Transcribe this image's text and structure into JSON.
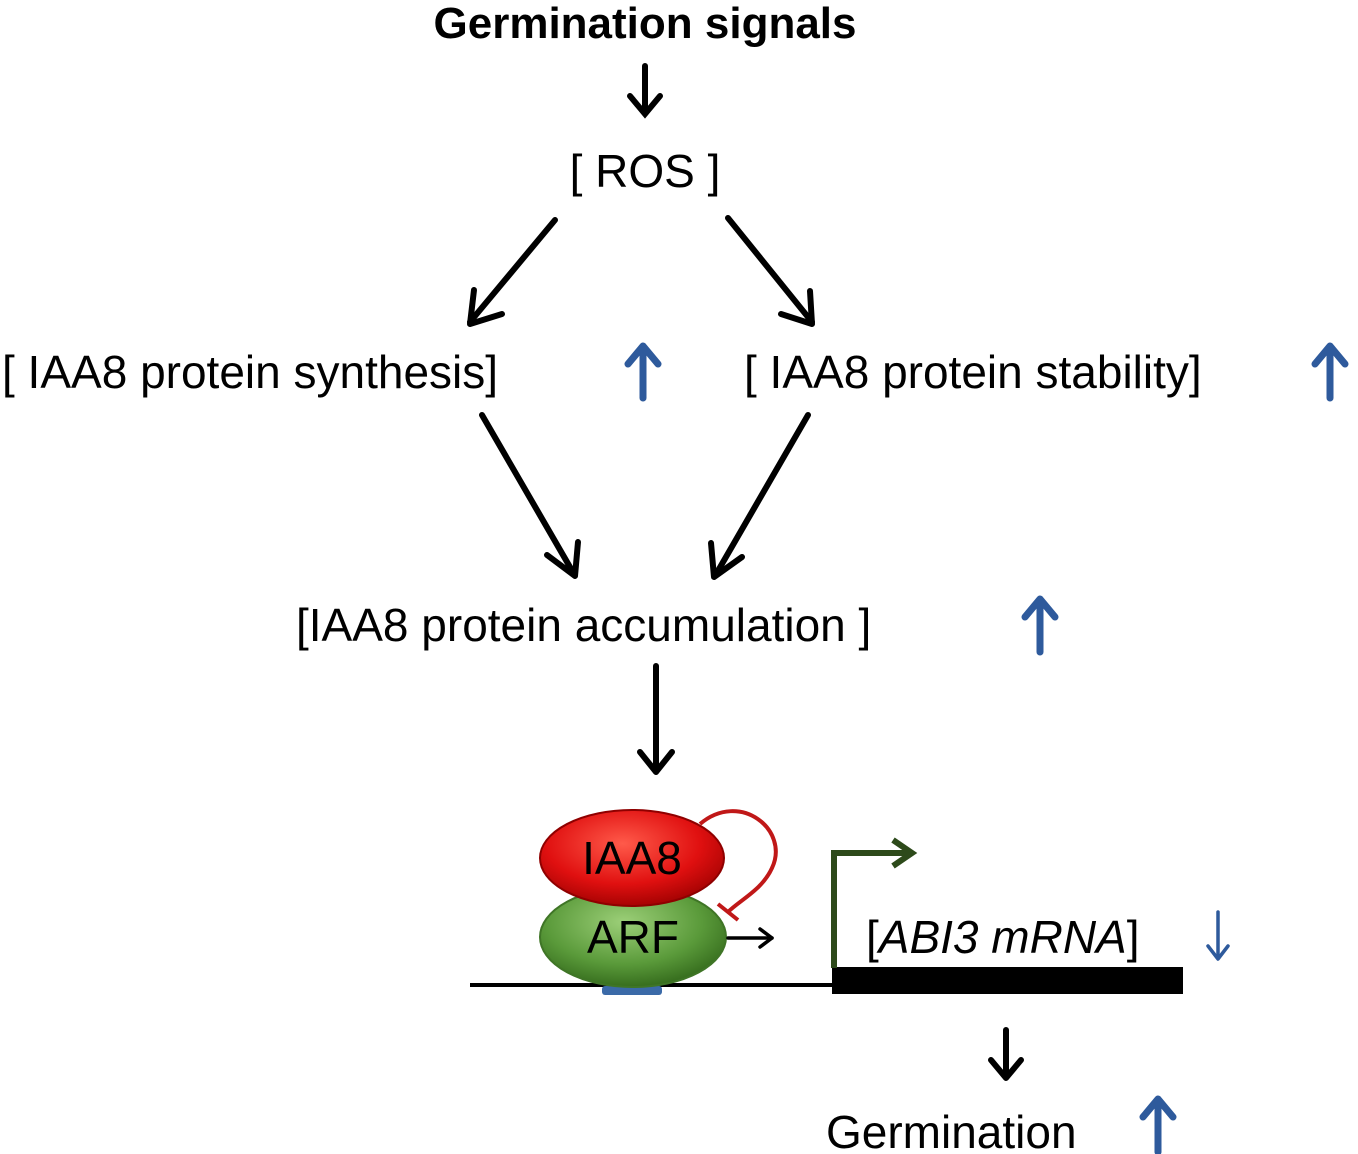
{
  "title": "Germination signals",
  "nodes": {
    "ros": "[ ROS ]",
    "synthesis": "[ IAA8 protein synthesis]",
    "stability": "[ IAA8 protein stability]",
    "accumulation": "[IAA8 protein accumulation ]",
    "iaa8": "IAA8",
    "arf": "ARF",
    "abi3_open": "[",
    "abi3_gene": "ABI3 mRNA",
    "abi3_close": "]",
    "germination": "Germination"
  },
  "colors": {
    "arrow": "#000000",
    "up_arrow": "#2e5a9c",
    "iaa8_fill": "#e01010",
    "arf_fill": "#5a9a3a",
    "inhibition": "#c01818",
    "promoter_arrow": "#2d4a1a",
    "binding_site": "#3b6aa8"
  },
  "icons": {
    "increase": "blue-up-arrow-icon",
    "decrease": "blue-down-arrow-icon"
  }
}
